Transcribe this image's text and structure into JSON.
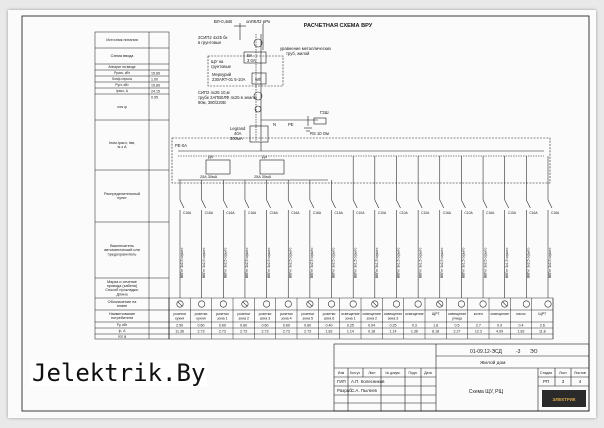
{
  "diagram": {
    "title": "РАСЧЕТНАЯ СХЕМА ВРУ",
    "top_labels": {
      "line1": "ВЛ-0,4кВ",
      "line2": "опЛКЛ2 рРк"
    },
    "left_rows": [
      "Источник питания",
      "Схема ввода",
      "Аппарат на вводе",
      "Ррасч, кВт",
      "Коэф.спроса",
      "Руст, кВт",
      "Iрасч, А",
      "cos φ",
      "Iном.Iрасч, Iвв, Iк.з А",
      "Распределительный пункт",
      "Выключатель автоматический или предохранитель",
      "Марка и сечение провода (кабеля) Способ прокладки. Длина",
      "Обозначение на плане",
      "Наименование потребителя",
      "Ру, кВт",
      "Iр, А",
      "cos φ"
    ],
    "left_values": {
      "p_calc": "15.89",
      "k_demand": "1.00",
      "p_install": "15.89",
      "i_calc": "24.15",
      "cos": "0.95"
    },
    "input_labels": {
      "cable_in": "2СИП2 4х25 бк",
      "cable_in2": "в грунтовые",
      "shu": "ЩУ на",
      "shu2": "грунтовые",
      "breaker_in": "ВА",
      "breaker_in_rating": "3 0А",
      "meter": "Меркурий",
      "meter_model": "230ART-01 5-10А",
      "wh": "Wh",
      "cable_vru": "СИП2 4х25 10,м",
      "cable_vru2": "трубе 2АПВ0ЛФ 4х25 в землю",
      "cable_vru3": "90м, 380/220В",
      "meter_note": "уравнение металлических",
      "meter_note2": "труб, жилой",
      "gzsh": "ГЗШ",
      "resistance": "RS 10 Ом",
      "legrand": "Legrand",
      "rcd_main": "40А",
      "rcd_main2": "300мА",
      "bus": "РЕ-0А",
      "n_label": "N",
      "pe_label": "PE"
    },
    "rcd_groups": [
      {
        "name": "Д4",
        "rating": "25А 30мА"
      },
      {
        "name": "Д4",
        "rating": "25А 30мА"
      }
    ],
    "breakers": [
      "С16А",
      "С16А",
      "С16А",
      "С16А",
      "С16А",
      "С16А",
      "С16А",
      "С16А",
      "С10А",
      "С10А",
      "С10А",
      "С10А",
      "С16А",
      "С10А",
      "С16А",
      "С10А",
      "С16А",
      "С16А"
    ],
    "cables": [
      "ВВГнг 3х2,5 скрыто",
      "ВВГнг 3х2,5 скрыто",
      "ВВГнг 3х2,5 скрыто",
      "ВВГнг 3х2,5 скрыто",
      "ВВГнг 3х2,5 скрыто",
      "ВВГнг 3х2,5 скрыто",
      "ВВГнг 3х2,5 скрыто",
      "ВВГнг 3х2,5 скрыто",
      "ВВГнг 3х1,5 скрыто",
      "ВВГнг 3х1,5 скрыто",
      "ВВГнг 3х1,5 скрыто",
      "ВВГнг 3х1,5 скрыто",
      "ВВГнг 3х2,5 скрыто",
      "ВВГнг 3х1,5 скрыто",
      "ВВГнг 3х2,5 скрыто",
      "ВВГнг 3х1,5 скрыто",
      "ВВГнг 3х2,5 скрыто",
      "ВВГнг 3х2,5 скрыто"
    ],
    "consumers": [
      "розетки кухня",
      "розетки кухня",
      "розетки зона 1",
      "розетки зона 2",
      "розетки зона 3",
      "розетки зона 4",
      "розетки зона 5",
      "розетки зона 6",
      "освещение зона 1",
      "освещение зона 2",
      "освещение зона 3",
      "освещение",
      "ЩРТ",
      "освещение улица",
      "котел",
      "освещение",
      "насос",
      "ЩРТ"
    ],
    "pu": [
      "2.50",
      "0.60",
      "0.60",
      "0.60",
      "0.60",
      "0.60",
      "0.60",
      "0.40",
      "0.25",
      "0.04",
      "0.25",
      "0.3",
      "1.8",
      "0.5",
      "2.7",
      "0.9",
      "0.4",
      "2.6"
    ],
    "iu": [
      "11.36",
      "2.73",
      "2.73",
      "2.73",
      "2.73",
      "2.73",
      "2.73",
      "1.82",
      "1.14",
      "0.18",
      "1.14",
      "1.36",
      "8.18",
      "2.27",
      "12.3",
      "4.09",
      "1.82",
      "11.8"
    ]
  },
  "stamp": {
    "doc_code": "01-09.12-ЭСД",
    "sheet_suffix": "-3",
    "section": "ЭО",
    "object": "Жилой дом",
    "drawing_title": "Схема ЩУ, РЩ",
    "rev_headers": [
      "Изм",
      "Кол.уч",
      "Лист",
      "№ докум.",
      "Подп.",
      "Дата"
    ],
    "gip": "ГИП",
    "gip_name": "А.П. Колесников",
    "dev": "Разраб.",
    "dev_name": "С.А. Пылеев",
    "stage_header": "Стадия",
    "sheet_header": "Лист",
    "sheets_header": "Листов",
    "stage": "РП",
    "sheet": "3",
    "sheets": "4",
    "logo_text": "ЭЛЕКТРИК"
  },
  "watermark": "Jelektrik.By",
  "colors": {
    "ink": "#1a1a1a",
    "paper": "#fbfbfb",
    "frame": "#2a2a2a"
  }
}
